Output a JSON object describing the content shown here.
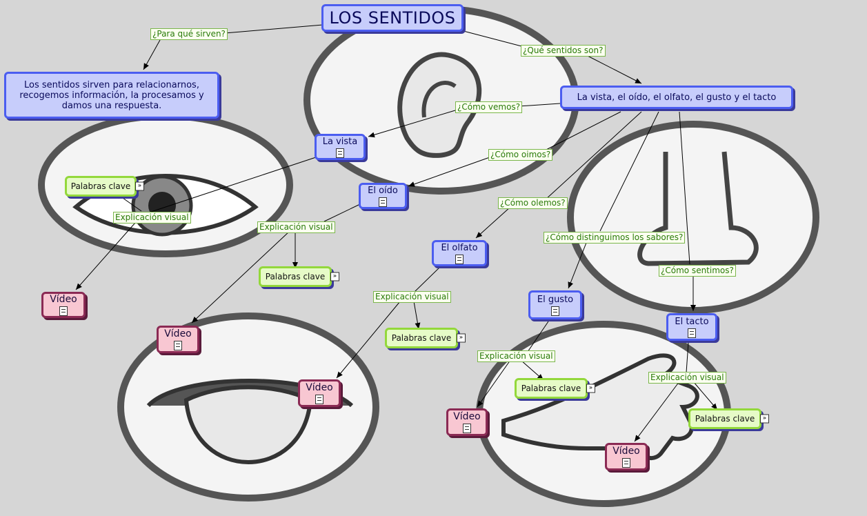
{
  "title": "LOS SENTIDOS",
  "intro_text": "Los sentidos sirven para relacionarnos, recogemos información, la procesamos y damos una respuesta.",
  "senses_list": "La vista, el oído, el olfato, el gusto y el tacto",
  "nodes": {
    "vista": "La vista",
    "oido": "El oído",
    "olfato": "El olfato",
    "gusto": "El gusto",
    "tacto": "El tacto"
  },
  "resource_labels": {
    "palabras_clave": "Palabras clave",
    "video": "Vídeo"
  },
  "link_labels": {
    "para_que": "¿Para qué sirven?",
    "que_sentidos": "¿Qué sentidos son?",
    "como_vemos": "¿Cómo vemos?",
    "como_oimos": "¿Cómo oimos?",
    "como_olemos": "¿Cómo olemos?",
    "como_sabores": "¿Cómo distinguimos los sabores?",
    "como_sentimos": "¿Cómo sentimos?",
    "explicacion": "Explicación visual"
  },
  "icons": [
    "document-icon",
    "link-arrow-icon",
    "ear-image",
    "eye-image",
    "nose-image",
    "mouth-image",
    "hand-image"
  ],
  "colors": {
    "concept_fill": "#c7cdfb",
    "concept_border": "#4b5df0",
    "keyword_fill": "#e6fbc7",
    "keyword_border": "#93d83b",
    "video_fill": "#f8c7d2",
    "video_border": "#8b2a54",
    "link_text": "#2a7a0a"
  }
}
